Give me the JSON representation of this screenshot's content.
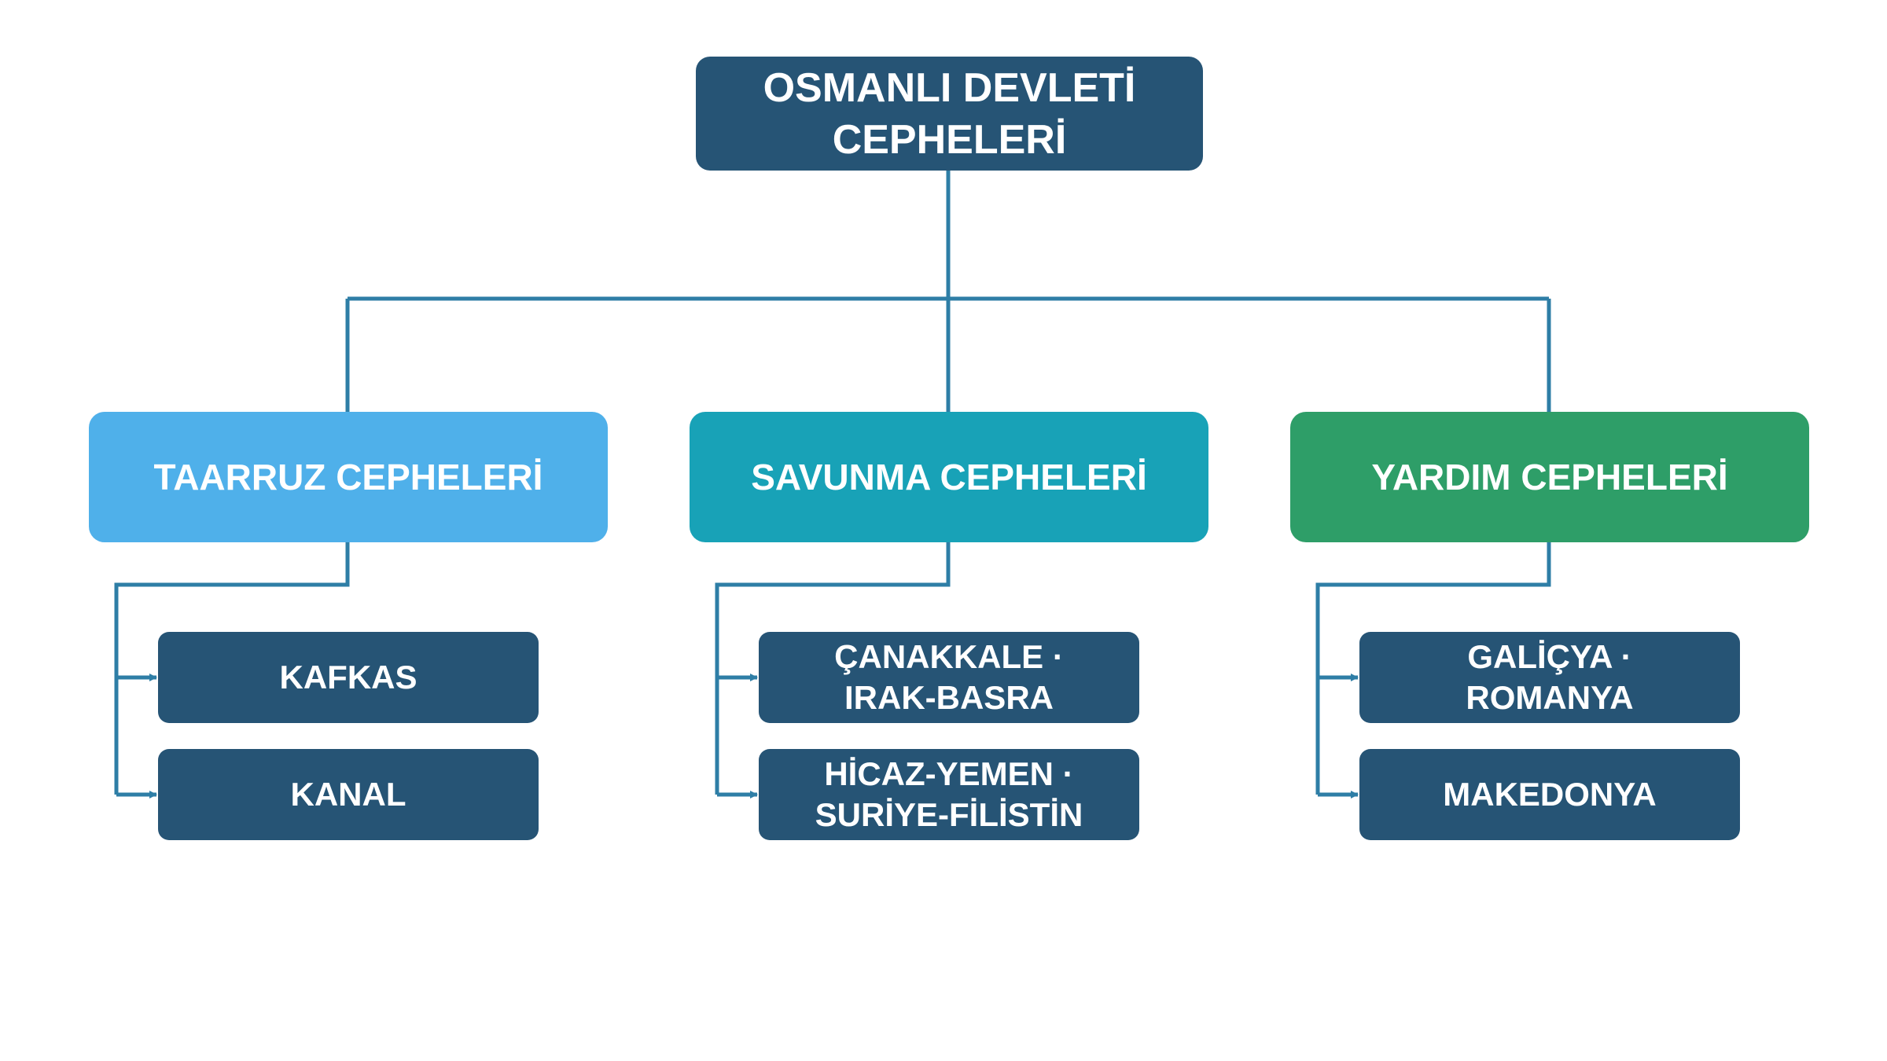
{
  "colors": {
    "root": "#265475",
    "item": "#265475",
    "connector": "#2e7ea6",
    "taarruz": "#4fb0ea",
    "savunma": "#18a2b7",
    "yardim": "#2e9e68"
  },
  "root": {
    "label": "OSMANLI DEVLETİ\nCEPHELERİ"
  },
  "categories": [
    {
      "label": "TAARRUZ CEPHELERİ",
      "items": [
        "KAFKAS",
        "KANAL"
      ]
    },
    {
      "label": "SAVUNMA CEPHELERİ",
      "items": [
        "ÇANAKKALE ·\nIRAK-BASRA",
        "HİCAZ-YEMEN ·\nSURİYE-FİLİSTİN"
      ]
    },
    {
      "label": "YARDIM CEPHELERİ",
      "items": [
        "GALİÇYA ·\nROMANYA",
        "MAKEDONYA"
      ]
    }
  ]
}
